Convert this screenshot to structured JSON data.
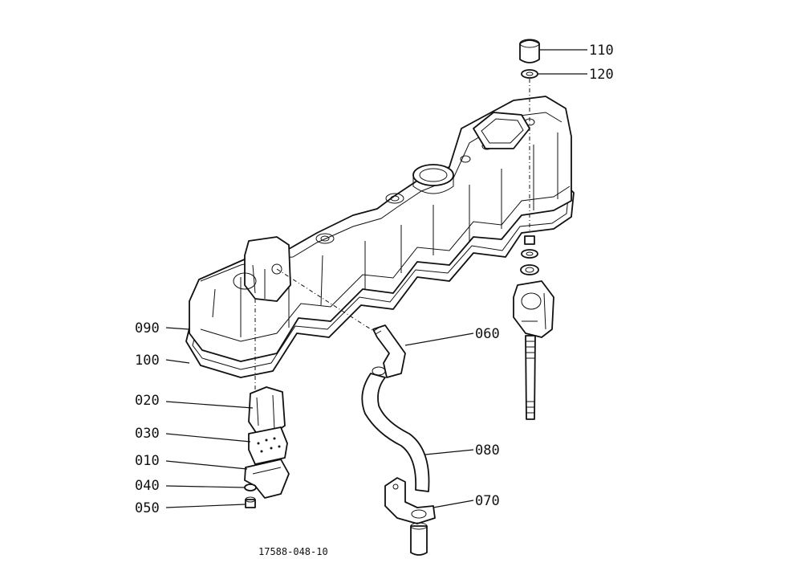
{
  "diagram": {
    "drawing_code": "17588-048-10",
    "callouts": [
      {
        "id": "110",
        "label": "110"
      },
      {
        "id": "120",
        "label": "120"
      },
      {
        "id": "060",
        "label": "060"
      },
      {
        "id": "090",
        "label": "090"
      },
      {
        "id": "100",
        "label": "100"
      },
      {
        "id": "020",
        "label": "020"
      },
      {
        "id": "030",
        "label": "030"
      },
      {
        "id": "010",
        "label": "010"
      },
      {
        "id": "040",
        "label": "040"
      },
      {
        "id": "050",
        "label": "050"
      },
      {
        "id": "080",
        "label": "080"
      },
      {
        "id": "070",
        "label": "070"
      }
    ]
  }
}
